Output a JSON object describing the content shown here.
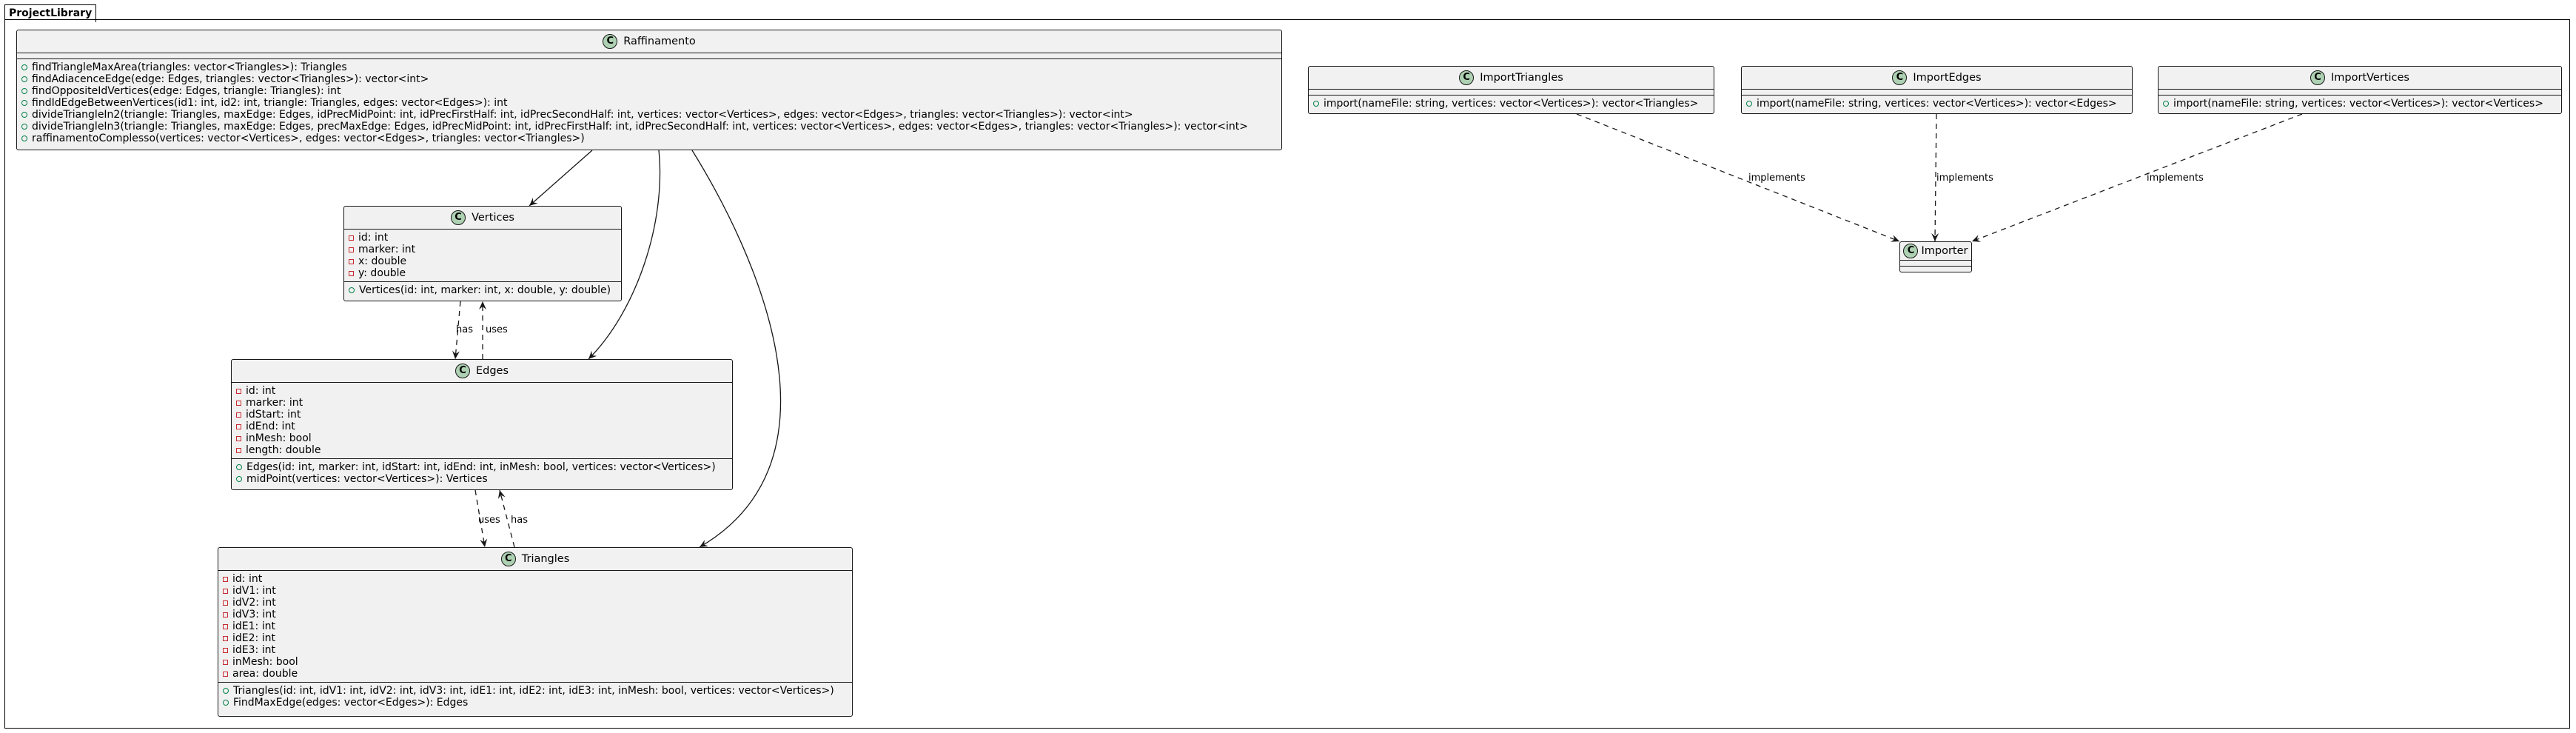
{
  "package": {
    "name": "ProjectLibrary"
  },
  "classes": {
    "raffinamento": {
      "name": "Raffinamento",
      "attributes": [],
      "methods": [
        "findTriangleMaxArea(triangles: vector<Triangles>): Triangles",
        "findAdiacenceEdge(edge: Edges, triangles: vector<Triangles>): vector<int>",
        "findOppositeIdVertices(edge: Edges, triangle: Triangles): int",
        "findIdEdgeBetweenVertices(id1: int, id2: int, triangle: Triangles, edges: vector<Edges>): int",
        "divideTriangleIn2(triangle: Triangles, maxEdge: Edges, idPrecMidPoint: int, idPrecFirstHalf: int, idPrecSecondHalf: int, vertices: vector<Vertices>, edges: vector<Edges>, triangles: vector<Triangles>): vector<int>",
        "divideTriangleIn3(triangle: Triangles, maxEdge: Edges, precMaxEdge: Edges, idPrecMidPoint: int, idPrecFirstHalf: int, idPrecSecondHalf: int, vertices: vector<Vertices>, edges: vector<Edges>, triangles: vector<Triangles>): vector<int>",
        "raffinamentoComplesso(vertices: vector<Vertices>, edges: vector<Edges>, triangles: vector<Triangles>)"
      ]
    },
    "vertices": {
      "name": "Vertices",
      "attributes": [
        "id: int",
        "marker: int",
        "x: double",
        "y: double"
      ],
      "methods": [
        "Vertices(id: int, marker: int, x: double, y: double)"
      ]
    },
    "edges": {
      "name": "Edges",
      "attributes": [
        "id: int",
        "marker: int",
        "idStart: int",
        "idEnd: int",
        "inMesh: bool",
        "length: double"
      ],
      "methods": [
        "Edges(id: int, marker: int, idStart: int, idEnd: int, inMesh: bool, vertices: vector<Vertices>)",
        "midPoint(vertices: vector<Vertices>): Vertices"
      ]
    },
    "triangles": {
      "name": "Triangles",
      "attributes": [
        "id: int",
        "idV1: int",
        "idV2: int",
        "idV3: int",
        "idE1: int",
        "idE2: int",
        "idE3: int",
        "inMesh: bool",
        "area: double"
      ],
      "methods": [
        "Triangles(id: int, idV1: int, idV2: int, idV3: int, idE1: int, idE2: int, idE3: int, inMesh: bool, vertices: vector<Vertices>)",
        "FindMaxEdge(edges: vector<Edges>): Edges"
      ]
    },
    "importTriangles": {
      "name": "ImportTriangles",
      "attributes": [],
      "methods": [
        "import(nameFile: string, vertices: vector<Vertices>): vector<Triangles>"
      ]
    },
    "importEdges": {
      "name": "ImportEdges",
      "attributes": [],
      "methods": [
        "import(nameFile: string, vertices: vector<Vertices>): vector<Edges>"
      ]
    },
    "importVertices": {
      "name": "ImportVertices",
      "attributes": [],
      "methods": [
        "import(nameFile: string, vertices: vector<Vertices>): vector<Vertices>"
      ]
    },
    "importer": {
      "name": "Importer",
      "attributes": [],
      "methods": []
    }
  },
  "relations": [
    {
      "from": "raffinamento",
      "to": "vertices",
      "style": "solid",
      "label": ""
    },
    {
      "from": "raffinamento",
      "to": "edges",
      "style": "solid",
      "label": ""
    },
    {
      "from": "raffinamento",
      "to": "triangles",
      "style": "solid",
      "label": ""
    },
    {
      "from": "vertices",
      "to": "edges",
      "style": "dashed",
      "label": "has"
    },
    {
      "from": "edges",
      "to": "vertices",
      "style": "dashed",
      "label": "uses"
    },
    {
      "from": "edges",
      "to": "triangles",
      "style": "dashed",
      "label": "uses"
    },
    {
      "from": "triangles",
      "to": "edges",
      "style": "dashed",
      "label": "has"
    },
    {
      "from": "importTriangles",
      "to": "importer",
      "style": "dashed",
      "label": "implements"
    },
    {
      "from": "importEdges",
      "to": "importer",
      "style": "dashed",
      "label": "implements"
    },
    {
      "from": "importVertices",
      "to": "importer",
      "style": "dashed",
      "label": "implements"
    }
  ],
  "colors": {
    "class_fill": "#f1f1f1",
    "class_border": "#181818",
    "badge_fill": "#add1b2",
    "private_marker": "#c82930",
    "public_marker": "#038048"
  }
}
